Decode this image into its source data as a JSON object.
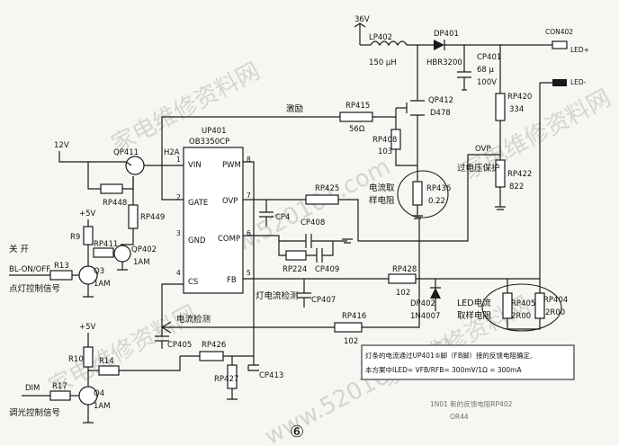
{
  "power": {
    "v36": "36V",
    "v12": "12V",
    "p5v_a": "+5V",
    "p5v_b": "+5V",
    "p5v_c": "+5V"
  },
  "ic": {
    "ref": "UP401",
    "part": "OB3350CP",
    "pins": {
      "vin": "VIN",
      "gate": "GATE",
      "gnd": "GND",
      "cs": "CS",
      "pwm": "PWM",
      "ovp": "OVP",
      "comp": "COMP",
      "fb": "FB"
    },
    "nums": {
      "p1": "1",
      "p2": "2",
      "p3": "3",
      "p4": "4",
      "p5": "5",
      "p6": "6",
      "p7": "7",
      "p8": "8"
    }
  },
  "parts": {
    "lp402": "LP402",
    "lp402_val": "150 μH",
    "dp401": "DP401",
    "dp401_val": "HBR3200",
    "cp401": "CP401",
    "cp401_v1": "68 μ",
    "cp401_v2": "100V",
    "cn402": "CON402",
    "qp412": "QP412",
    "qp412_val": "D478",
    "rp415": "RP415",
    "rp415_val": "56Ω",
    "rp408": "RP408",
    "rp408_val": "103",
    "rp420": "RP420",
    "rp420_val": "334",
    "rp422": "RP422",
    "rp422_val": "822",
    "rp436": "RP436",
    "rp436_val": "0.22",
    "qp411": "QP411",
    "qp411_val": "H2A",
    "rp448": "RP448",
    "rp449": "RP449",
    "r9": "R9",
    "rp411": "RP411",
    "qp402": "QP402",
    "qp402_val": "1AM",
    "r13": "R13",
    "q3": "Q3",
    "q3_val": "1AM",
    "rp425": "RP425",
    "cp4": "CP4",
    "cp408": "CP408",
    "rp224": "RP224",
    "cp409": "CP409",
    "cp407": "CP407",
    "rp428": "RP428",
    "rp428_val": "102",
    "dp402": "DP402",
    "dp402_val": "1N4007",
    "rp405": "RP405",
    "rp405_val": "2R00",
    "rp404": "RP404",
    "rp404_val": "2R00",
    "rp416": "RP416",
    "rp416_val": "102",
    "cp405": "CP405",
    "rp426": "RP426",
    "rp427": "RP427",
    "cp413": "CP413",
    "r10": "R10",
    "r14": "R14",
    "r17": "R17",
    "q4": "Q4",
    "q4_val": "1AM"
  },
  "labels": {
    "excite": "激励",
    "ovp_pin": "OVP",
    "ovp_protect": "过电压保护",
    "cs_sample_1": "电流取",
    "cs_sample_2": "样电阻",
    "led_sample_1": "LED电流",
    "led_sample_2": "取样电阻",
    "lamp_detect": "灯电流检测",
    "current_detect": "电流检测",
    "switch": "关 开",
    "bl_onoff": "BL-ON/OFF",
    "bl_ctrl": "点灯控制信号",
    "dim": "DIM",
    "dim_ctrl": "调光控制信号",
    "led_plus": "LED+",
    "led_minus": "LED-"
  },
  "note": {
    "line1": "灯条的电流通过UP401⑤脚（FB脚）接的反馈电阻确定,",
    "line2": "本方案中ILED= VFB/RFB= 300mV/1Ω = 300mA",
    "blurred1": "1N01 新的反馈电阻RP402",
    "blurred2": "OR44"
  },
  "page_marker": "⑥",
  "watermark": {
    "w1": "家电维修资料网",
    "w2": "www.520101.com"
  }
}
